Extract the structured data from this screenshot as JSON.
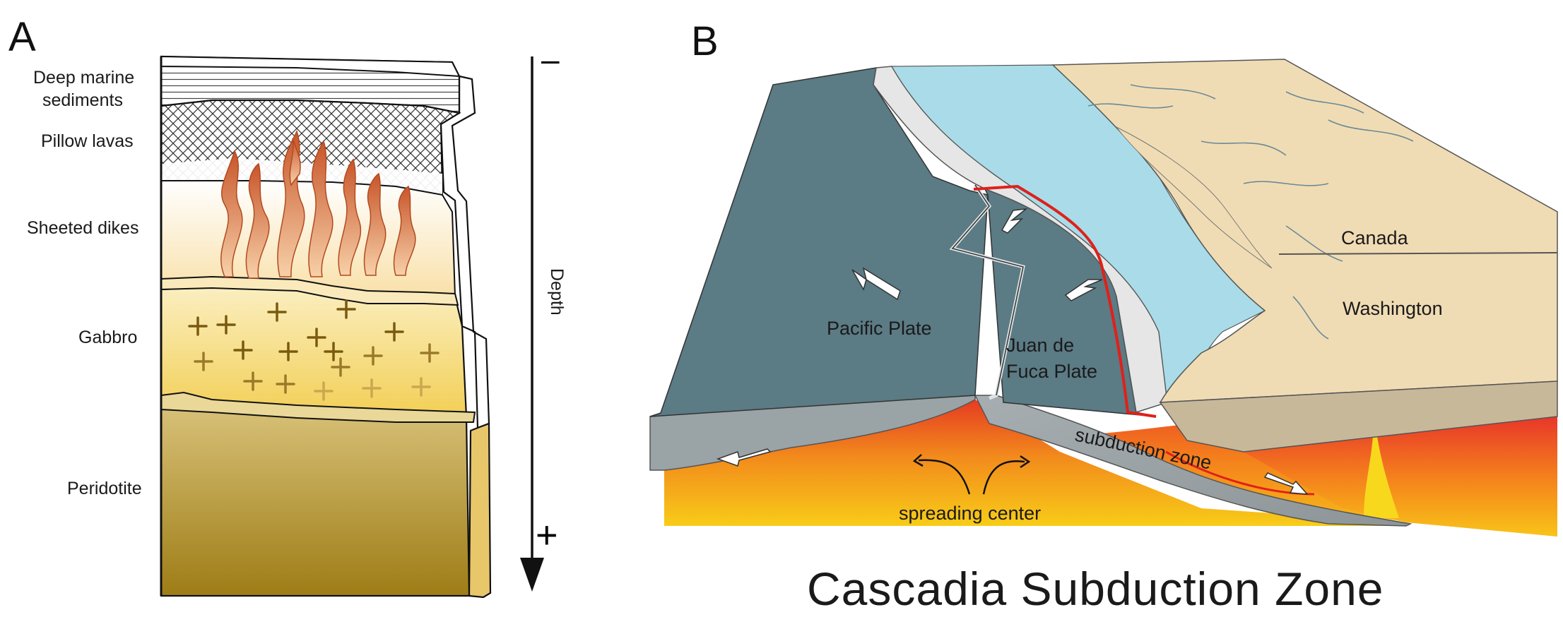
{
  "panel_a": {
    "letter": "A",
    "layers": [
      {
        "line1": "Deep marine",
        "line2": "sediments"
      },
      {
        "line1": "Pillow lavas"
      },
      {
        "line1": "Sheeted dikes"
      },
      {
        "line1": "Gabbro"
      },
      {
        "line1": "Peridotite"
      }
    ],
    "depth_axis": {
      "label": "Depth",
      "top_sign": "–",
      "bottom_sign": "+"
    }
  },
  "panel_b": {
    "letter": "B",
    "labels": {
      "canada": "Canada",
      "washington": "Washington",
      "pacific_plate": "Pacific Plate",
      "juan_line1": "Juan de",
      "juan_line2": "Fuca Plate",
      "subduction": "subduction zone",
      "spreading": "spreading center"
    },
    "title": "Cascadia Subduction Zone"
  },
  "colors": {
    "ocean_plate": "#5b7b85",
    "plate_side": "#9aa3a6",
    "water": "#a9dce8",
    "land": "#f0dcb4",
    "land_side": "#c8b89a",
    "magma_red": "#e8392a",
    "magma_yellow": "#f8c81c",
    "subduction_line": "#e0201a",
    "dike": "#d4703a",
    "gabbro": "#f2d36a",
    "peridotite": "#c2a44a"
  }
}
